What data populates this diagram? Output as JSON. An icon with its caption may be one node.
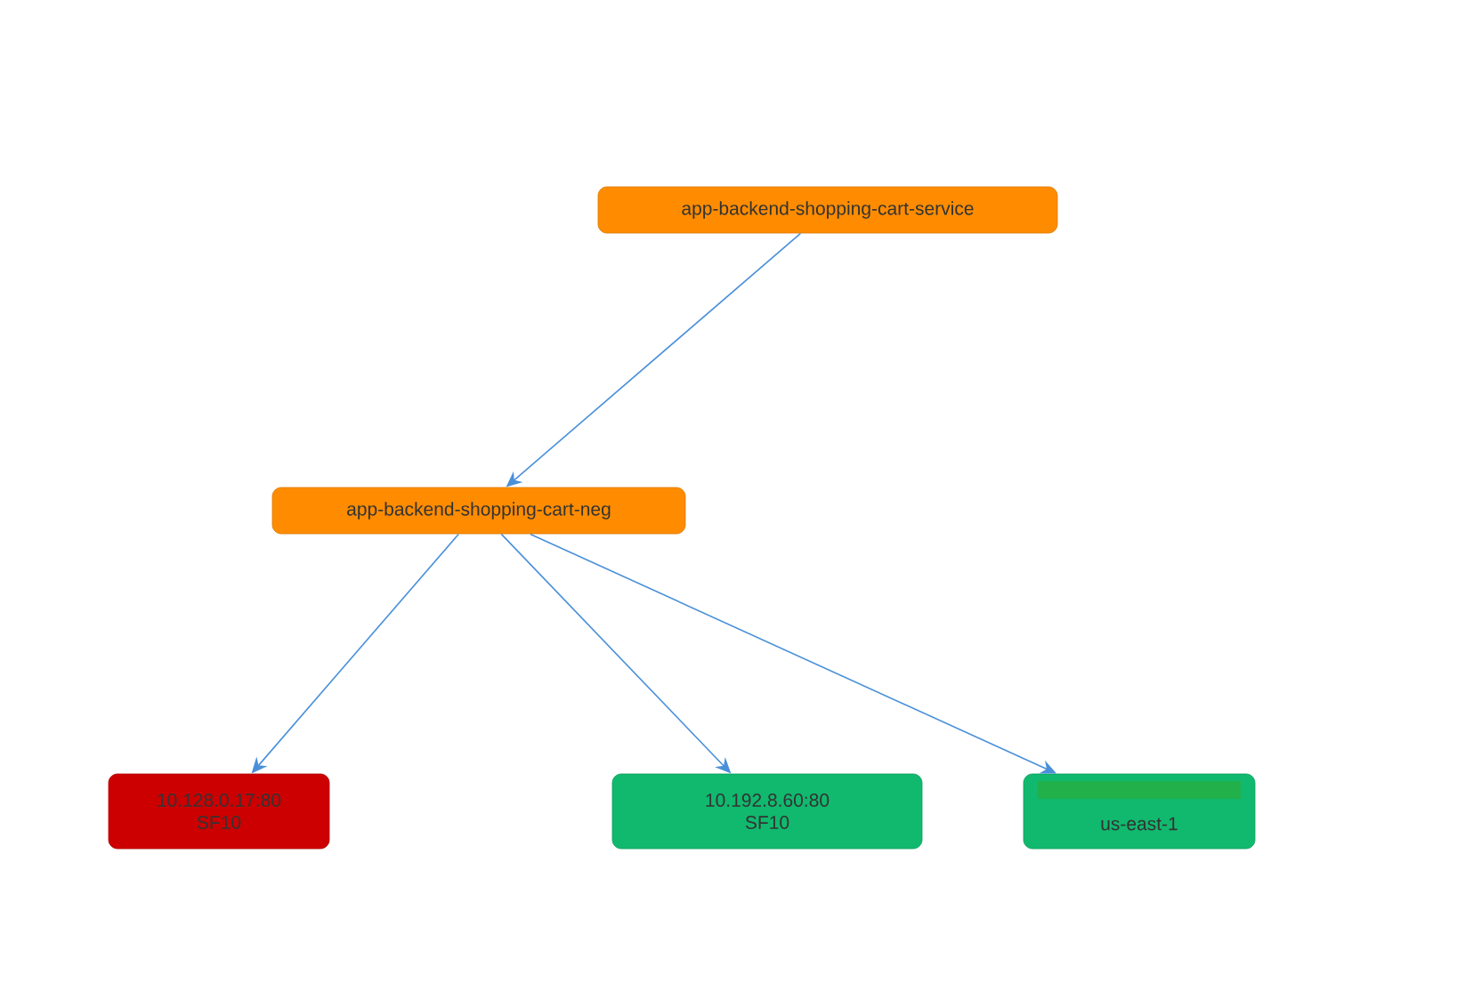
{
  "diagram": {
    "nodes": [
      {
        "text": [
          "app-backend-shopping-cart-service"
        ]
      },
      {
        "text": [
          "app-backend-shopping-cart-neg"
        ]
      },
      {
        "text": [
          "10.128.0.17:80",
          "SF10"
        ]
      },
      {
        "text": [
          "10.192.8.60:80",
          "SF10"
        ]
      },
      {
        "text": [
          "us-east-1"
        ]
      }
    ],
    "edges": [
      {
        "from": 0,
        "to": 1,
        "arrow": "to"
      },
      {
        "from": 1,
        "to": 2,
        "arrow": "to"
      },
      {
        "from": 1,
        "to": 3,
        "arrow": "to"
      },
      {
        "from": 1,
        "to": 4,
        "arrow": "to"
      }
    ]
  }
}
